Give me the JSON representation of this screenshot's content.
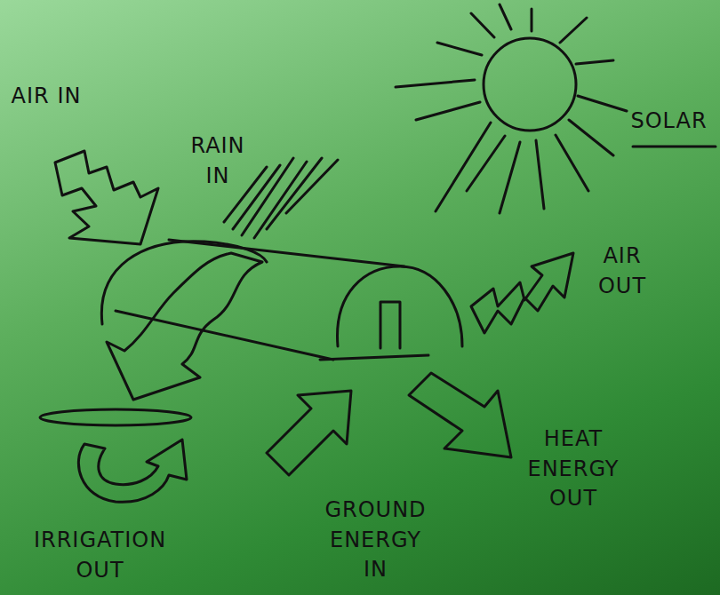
{
  "diagram": {
    "labels": [
      "AIR IN",
      "RAIN IN",
      "SOLAR",
      "AIR OUT",
      "HEAT ENERGY OUT",
      "GROUND ENERGY IN",
      "IRRIGATION OUT"
    ]
  }
}
